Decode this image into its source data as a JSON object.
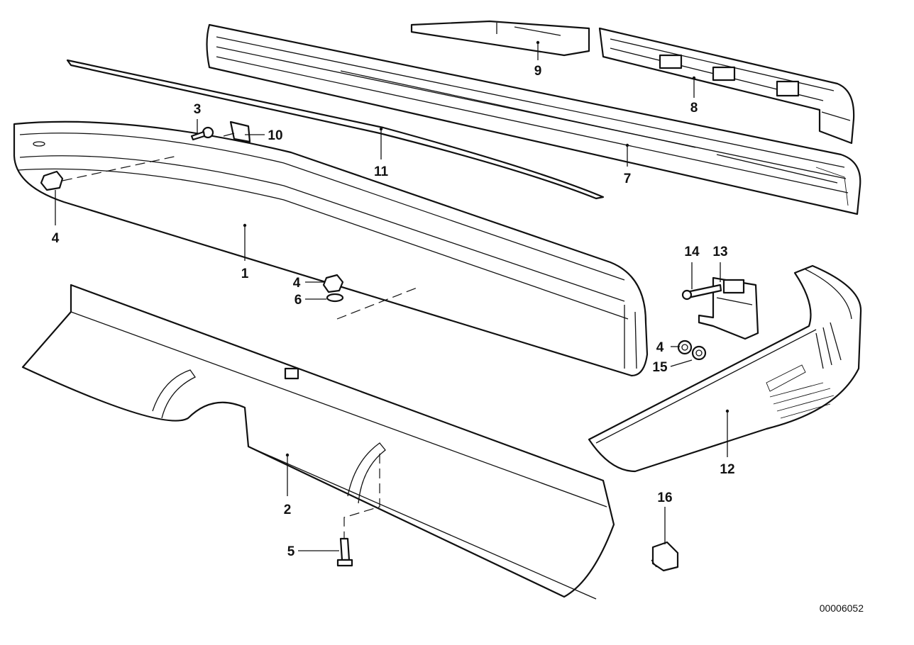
{
  "callouts": {
    "c1": "1",
    "c2": "2",
    "c3": "3",
    "c4a": "4",
    "c4b": "4",
    "c4c": "4",
    "c5": "5",
    "c6": "6",
    "c7": "7",
    "c8": "8",
    "c9": "9",
    "c10": "10",
    "c11": "11",
    "c12": "12",
    "c13": "13",
    "c14": "14",
    "c15": "15",
    "c16": "16"
  },
  "diagram_id": "00006052"
}
